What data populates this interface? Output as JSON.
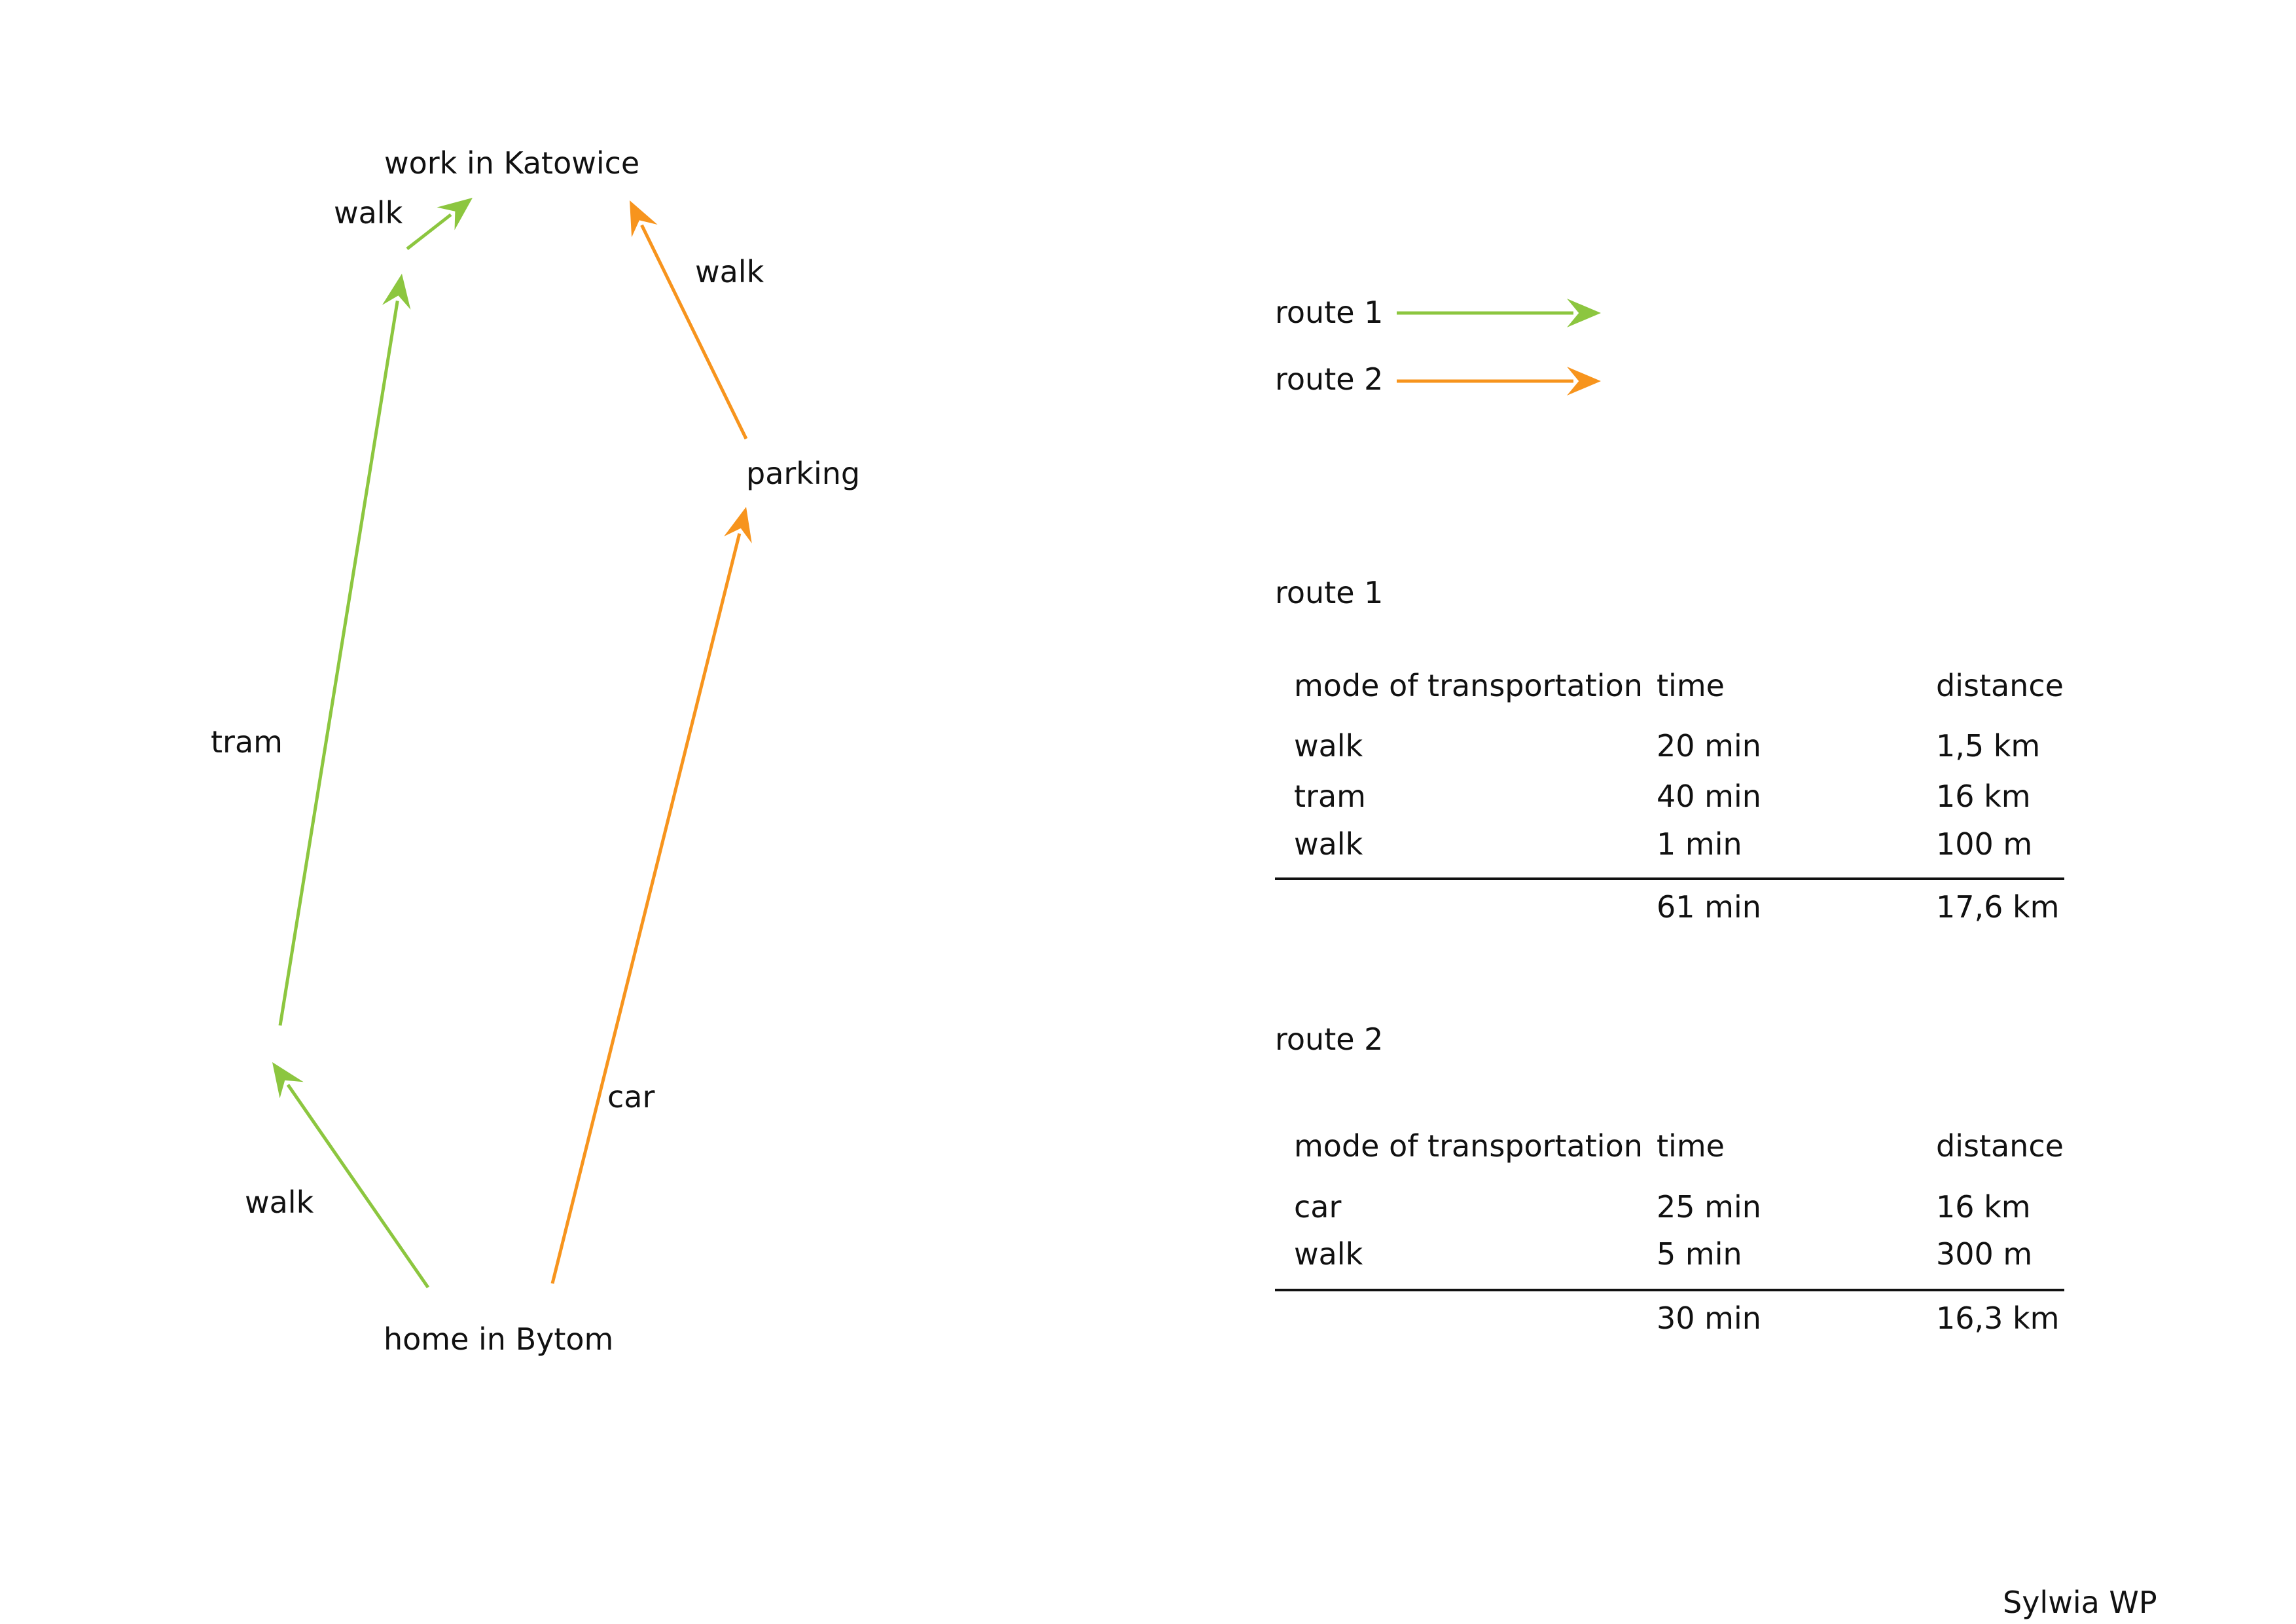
{
  "colors": {
    "route1": "#8cc63f",
    "route2": "#f7941d",
    "text": "#111111",
    "background": "#ffffff"
  },
  "diagram": {
    "nodes": {
      "work": "work in Katowice",
      "home": "home in Bytom",
      "parking": "parking"
    },
    "segments": {
      "route1_walk_start": "walk",
      "route1_tram": "tram",
      "route1_walk_end": "walk",
      "route2_car": "car",
      "route2_walk": "walk"
    }
  },
  "legend": {
    "route1": "route 1",
    "route2": "route 2"
  },
  "tables": [
    {
      "title": "route 1",
      "headers": [
        "mode of transportation",
        "time",
        "distance"
      ],
      "rows": [
        [
          "walk",
          "20 min",
          "1,5 km"
        ],
        [
          "tram",
          "40 min",
          "16 km"
        ],
        [
          "walk",
          "1 min",
          "100 m"
        ]
      ],
      "total": [
        "",
        "61 min",
        "17,6 km"
      ]
    },
    {
      "title": "route 2",
      "headers": [
        "mode of transportation",
        "time",
        "distance"
      ],
      "rows": [
        [
          "car",
          "25 min",
          "16 km"
        ],
        [
          "walk",
          "5 min",
          "300 m"
        ]
      ],
      "total": [
        "",
        "30 min",
        "16,3 km"
      ]
    }
  ],
  "signature": "Sylwia WP"
}
